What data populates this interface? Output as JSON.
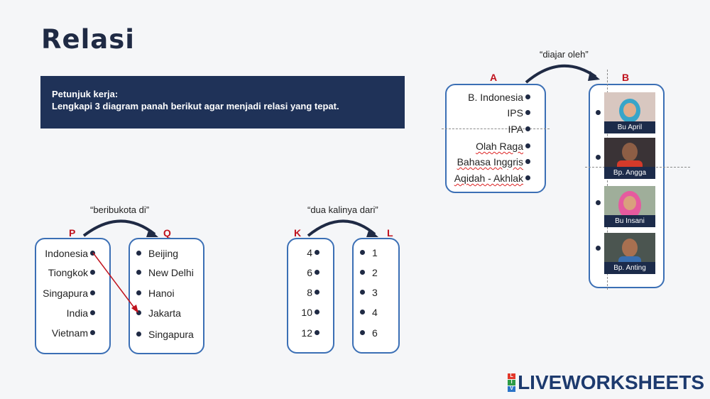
{
  "title": "Relasi",
  "instructions": {
    "heading": "Petunjuk kerja:",
    "text": "Lengkapi 3 diagram panah berikut agar menjadi relasi yang tepat."
  },
  "diagram1": {
    "relation": "“beribukota di”",
    "left_label": "P",
    "right_label": "Q",
    "left_items": [
      "Indonesia",
      "Tiongkok",
      "Singapura",
      "India",
      "Vietnam"
    ],
    "right_items": [
      "Beijing",
      "New Delhi",
      "Hanoi",
      "Jakarta",
      "Singapura"
    ],
    "arrow_color": "#c0121d"
  },
  "diagram2": {
    "relation": "“dua kalinya dari”",
    "left_label": "K",
    "right_label": "L",
    "left_items": [
      "4",
      "6",
      "8",
      "10",
      "12"
    ],
    "right_items": [
      "1",
      "2",
      "3",
      "4",
      "6"
    ]
  },
  "diagram3": {
    "relation": "“diajar oleh”",
    "left_label": "A",
    "right_label": "B",
    "left_items": [
      "B. Indonesia",
      "IPS",
      "IPA",
      "Olah Raga",
      "Bahasa Inggris",
      "Aqidah - Akhlak"
    ],
    "right_items": [
      "Bu April",
      "Bp. Angga",
      "Bu Insani",
      "Bp. Anting"
    ]
  },
  "logo": {
    "text": "LIVEWORKSHEETS",
    "tiles": [
      "L",
      "I",
      "V"
    ],
    "tile_colors": [
      "#e2382b",
      "#2e9b47",
      "#2b74c8"
    ]
  },
  "colors": {
    "navy": "#1f3258",
    "box_border": "#3b6fb5",
    "set_label": "#c0121d"
  }
}
